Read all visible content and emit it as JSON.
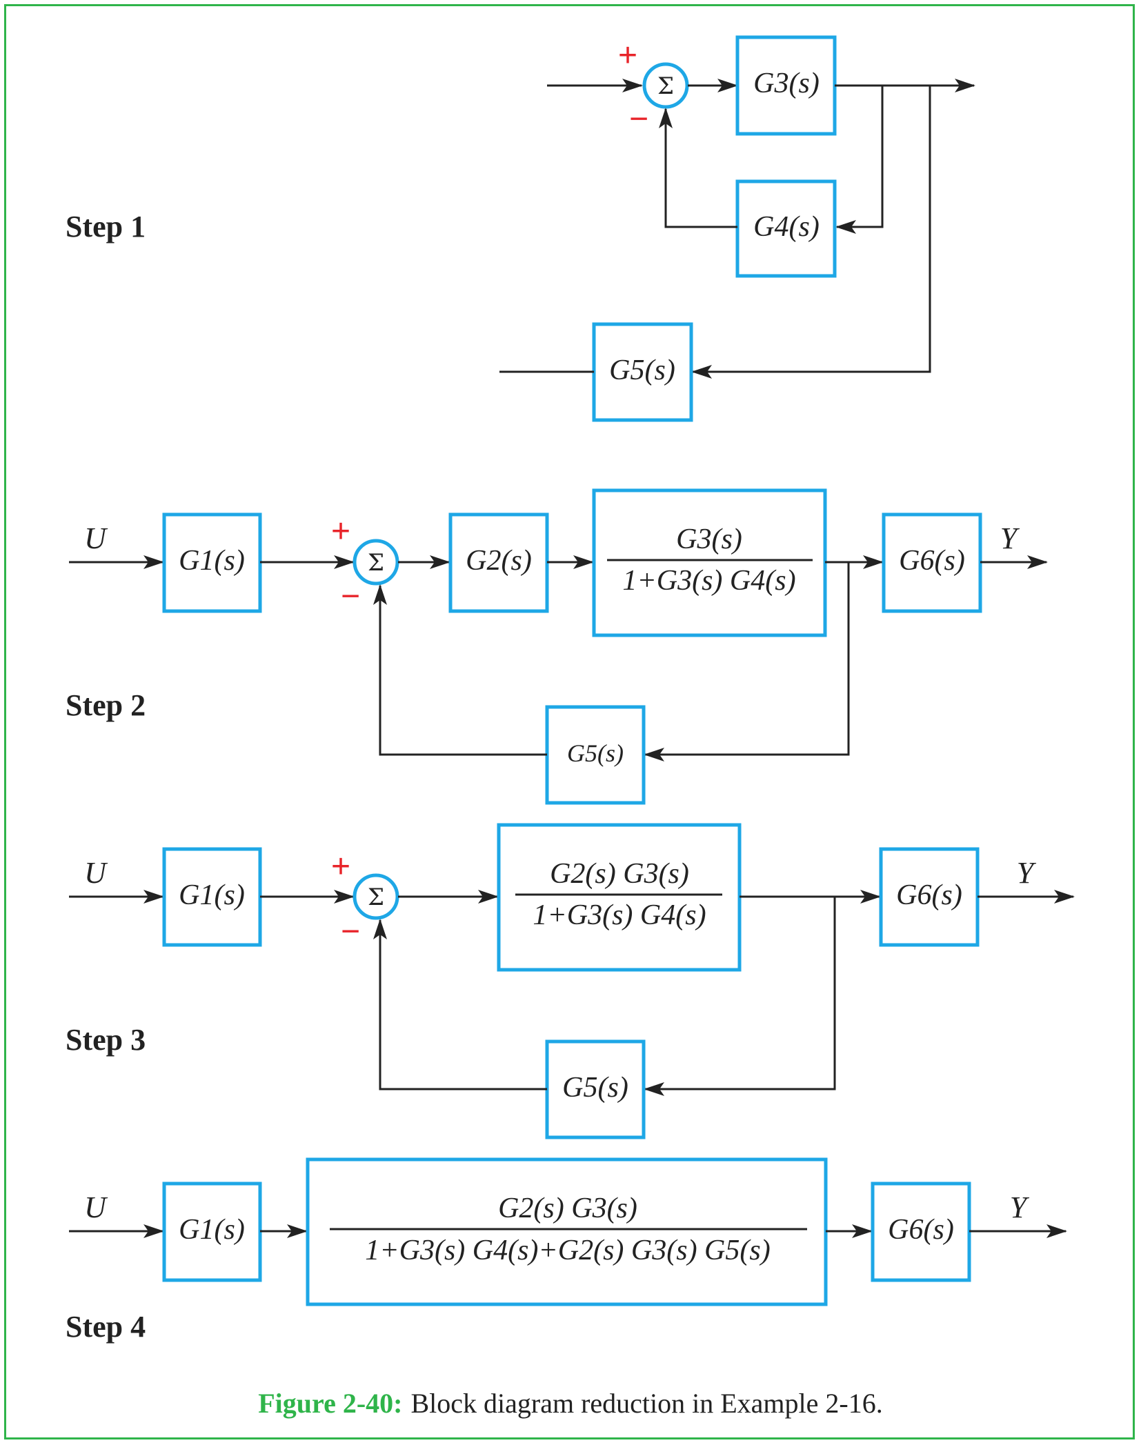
{
  "steps": {
    "step1": "Step 1",
    "step2": "Step 2",
    "step3": "Step 3",
    "step4": "Step 4"
  },
  "signals": {
    "input": "U",
    "output": "Y"
  },
  "signs": {
    "plus": "+",
    "minus": "−"
  },
  "sum_symbol": "Σ",
  "blocks": {
    "g1": "G1(s)",
    "g2": "G2(s)",
    "g3": "G3(s)",
    "g4": "G4(s)",
    "g5": "G5(s)",
    "g6": "G6(s)"
  },
  "fractions": {
    "step2": {
      "numerator": "G3(s)",
      "denominator": "1+G3(s) G4(s)"
    },
    "step3": {
      "numerator": "G2(s) G3(s)",
      "denominator": "1+G3(s) G4(s)"
    },
    "step4": {
      "numerator": "G2(s) G3(s)",
      "denominator": "1+G3(s) G4(s)+G2(s) G3(s) G5(s)"
    }
  },
  "caption": {
    "label": "Figure 2-40:",
    "text": "Block diagram reduction in Example 2-16."
  },
  "colors": {
    "block_border": "#1ea7e6",
    "frame": "#2fb44a",
    "sign": "#e8242a",
    "wire": "#222222"
  }
}
